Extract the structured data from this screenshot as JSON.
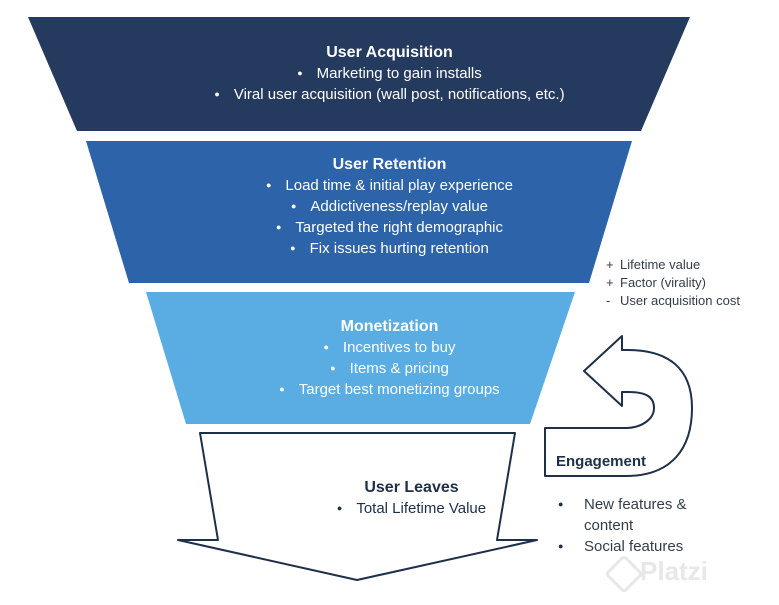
{
  "funnel": {
    "stages": [
      {
        "title": "User Acquisition",
        "items": [
          "Marketing to gain installs",
          "Viral user acquisition (wall post, notifications, etc.)"
        ],
        "color": "#243a5e"
      },
      {
        "title": "User Retention",
        "items": [
          "Load time & initial play experience",
          "Addictiveness/replay value",
          "Targeted the right demographic",
          "Fix issues hurting retention"
        ],
        "color": "#2d63a9"
      },
      {
        "title": "Monetization",
        "items": [
          "Incentives to buy",
          "Items & pricing",
          "Target best monetizing groups"
        ],
        "color": "#5aade3"
      },
      {
        "title": "User Leaves",
        "items": [
          "Total Lifetime Value"
        ],
        "color": "#ffffff"
      }
    ]
  },
  "side_notes": {
    "metrics": [
      {
        "symbol": "+",
        "text": "Lifetime value"
      },
      {
        "symbol": "+",
        "text": "Factor (virality)"
      },
      {
        "symbol": "-",
        "text": "User acquisition cost"
      }
    ],
    "engagement": {
      "label": "Engagement",
      "items": [
        "New features & content",
        "Social features"
      ]
    }
  },
  "watermark": "Platzi"
}
